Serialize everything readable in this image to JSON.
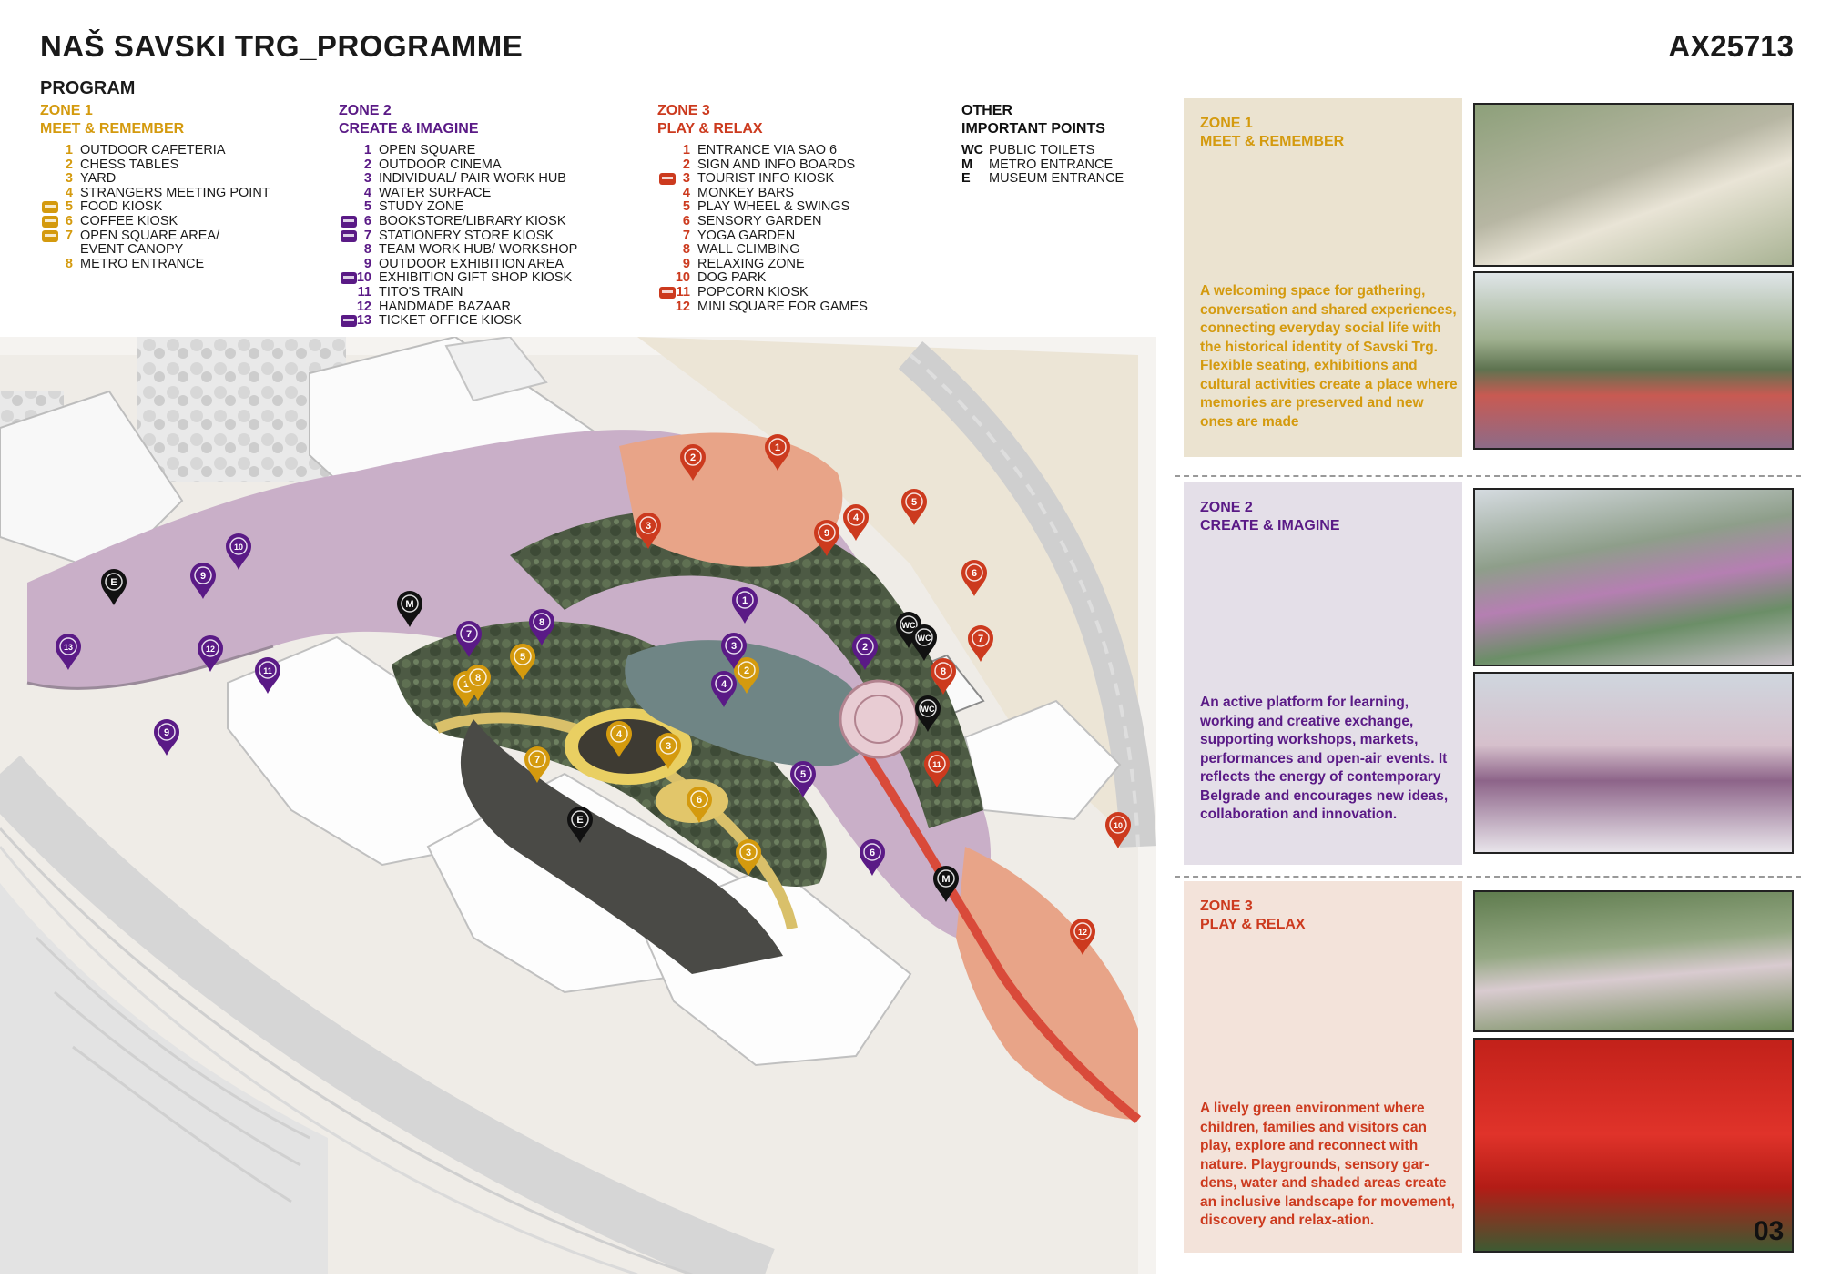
{
  "header": {
    "title": "NAŠ SAVSKI TRG_PROGRAMME",
    "code": "AX25713",
    "program_heading": "PROGRAM"
  },
  "legend": {
    "zone1": {
      "title": "ZONE 1",
      "subtitle": "MEET & REMEMBER",
      "items": [
        {
          "n": "1",
          "label": "OUTDOOR CAFETERIA"
        },
        {
          "n": "2",
          "label": "CHESS TABLES"
        },
        {
          "n": "3",
          "label": "YARD"
        },
        {
          "n": "4",
          "label": "STRANGERS MEETING POINT"
        },
        {
          "n": "5",
          "label": "FOOD KIOSK"
        },
        {
          "n": "6",
          "label": "COFFEE KIOSK"
        },
        {
          "n": "7",
          "label": "OPEN SQUARE AREA/"
        },
        {
          "n": "",
          "label": "EVENT CANOPY"
        },
        {
          "n": "8",
          "label": "METRO ENTRANCE"
        }
      ]
    },
    "zone2": {
      "title": "ZONE 2",
      "subtitle": "CREATE & IMAGINE",
      "items": [
        {
          "n": "1",
          "label": "OPEN SQUARE"
        },
        {
          "n": "2",
          "label": "OUTDOOR CINEMA"
        },
        {
          "n": "3",
          "label": "INDIVIDUAL/ PAIR WORK HUB"
        },
        {
          "n": "4",
          "label": "WATER SURFACE"
        },
        {
          "n": "5",
          "label": "STUDY ZONE"
        },
        {
          "n": "6",
          "label": "BOOKSTORE/LIBRARY KIOSK"
        },
        {
          "n": "7",
          "label": "STATIONERY STORE KIOSK"
        },
        {
          "n": "8",
          "label": "TEAM WORK HUB/ WORKSHOP"
        },
        {
          "n": "9",
          "label": "OUTDOOR EXHIBITION AREA"
        },
        {
          "n": "10",
          "label": "EXHIBITION GIFT SHOP KIOSK"
        },
        {
          "n": "11",
          "label": "TITO'S TRAIN"
        },
        {
          "n": "12",
          "label": "HANDMADE BAZAAR"
        },
        {
          "n": "13",
          "label": "TICKET OFFICE KIOSK"
        }
      ]
    },
    "zone3": {
      "title": "ZONE 3",
      "subtitle": "PLAY & RELAX",
      "items": [
        {
          "n": "1",
          "label": "ENTRANCE VIA SAO 6"
        },
        {
          "n": "2",
          "label": "SIGN AND INFO BOARDS"
        },
        {
          "n": "3",
          "label": "TOURIST INFO KIOSK"
        },
        {
          "n": "4",
          "label": "MONKEY BARS"
        },
        {
          "n": "5",
          "label": "PLAY WHEEL & SWINGS"
        },
        {
          "n": "6",
          "label": "SENSORY GARDEN"
        },
        {
          "n": "7",
          "label": "YOGA GARDEN"
        },
        {
          "n": "8",
          "label": "WALL CLIMBING"
        },
        {
          "n": "9",
          "label": "RELAXING ZONE"
        },
        {
          "n": "10",
          "label": "DOG PARK"
        },
        {
          "n": "11",
          "label": "POPCORN KIOSK"
        },
        {
          "n": "12",
          "label": "MINI SQUARE FOR GAMES"
        }
      ]
    },
    "other": {
      "title_line1": "OTHER",
      "title_line2": "IMPORTANT POINTS",
      "items": [
        {
          "n": "WC",
          "label": "PUBLIC TOILETS"
        },
        {
          "n": "M",
          "label": "METRO ENTRANCE"
        },
        {
          "n": "E",
          "label": "MUSEUM ENTRANCE"
        }
      ]
    }
  },
  "panels": [
    {
      "zone": "ZONE 1",
      "name": "MEET & REMEMBER",
      "description": "A welcoming space for gathering, conversation and shared experiences, connecting everyday social life with the historical identity of Savski Trg. Flexible seating, exhibitions and cultural activities create a place where memories are preserved and new ones are made"
    },
    {
      "zone": "ZONE 2",
      "name": "CREATE & IMAGINE",
      "description": "An active platform for learning, working and creative exchange, supporting workshops, markets, performances and open-air events. It reflects the energy of contemporary Belgrade and encourages new ideas, collaboration and innovation."
    },
    {
      "zone": "ZONE 3",
      "name": "PLAY & RELAX",
      "description": "A lively green environment where children, families and visitors can play, explore and reconnect with nature. Playgrounds, sensory gar-dens, water and shaded areas create an inclusive landscape for movement, discovery and relax-ation."
    }
  ],
  "page_number": "03",
  "colors": {
    "zone1": "#d49a0e",
    "zone2": "#5a1a86",
    "zone3": "#cc3a1e",
    "panel1_bg": "#ebe3d0",
    "panel2_bg": "#e4dfe8",
    "panel3_bg": "#f3e3da"
  },
  "map": {
    "markers": [
      {
        "zone": "z1",
        "n": "1"
      },
      {
        "zone": "z1",
        "n": "2"
      },
      {
        "zone": "z1",
        "n": "3"
      },
      {
        "zone": "z1",
        "n": "3"
      },
      {
        "zone": "z1",
        "n": "4"
      },
      {
        "zone": "z1",
        "n": "5"
      },
      {
        "zone": "z1",
        "n": "6"
      },
      {
        "zone": "z1",
        "n": "7"
      },
      {
        "zone": "z1",
        "n": "8"
      },
      {
        "zone": "z2",
        "n": "1"
      },
      {
        "zone": "z2",
        "n": "2"
      },
      {
        "zone": "z2",
        "n": "3"
      },
      {
        "zone": "z2",
        "n": "4"
      },
      {
        "zone": "z2",
        "n": "5"
      },
      {
        "zone": "z2",
        "n": "6"
      },
      {
        "zone": "z2",
        "n": "7"
      },
      {
        "zone": "z2",
        "n": "8"
      },
      {
        "zone": "z2",
        "n": "9"
      },
      {
        "zone": "z2",
        "n": "9"
      },
      {
        "zone": "z2",
        "n": "10"
      },
      {
        "zone": "z2",
        "n": "11"
      },
      {
        "zone": "z2",
        "n": "12"
      },
      {
        "zone": "z2",
        "n": "13"
      },
      {
        "zone": "z3",
        "n": "1"
      },
      {
        "zone": "z3",
        "n": "2"
      },
      {
        "zone": "z3",
        "n": "3"
      },
      {
        "zone": "z3",
        "n": "4"
      },
      {
        "zone": "z3",
        "n": "5"
      },
      {
        "zone": "z3",
        "n": "6"
      },
      {
        "zone": "z3",
        "n": "7"
      },
      {
        "zone": "z3",
        "n": "8"
      },
      {
        "zone": "z3",
        "n": "9"
      },
      {
        "zone": "z3",
        "n": "10"
      },
      {
        "zone": "z3",
        "n": "11"
      },
      {
        "zone": "z3",
        "n": "12"
      },
      {
        "zone": "other",
        "n": "WC"
      },
      {
        "zone": "other",
        "n": "WC"
      },
      {
        "zone": "other",
        "n": "WC"
      },
      {
        "zone": "other",
        "n": "M"
      },
      {
        "zone": "other",
        "n": "M"
      },
      {
        "zone": "other",
        "n": "E"
      },
      {
        "zone": "other",
        "n": "E"
      }
    ]
  }
}
